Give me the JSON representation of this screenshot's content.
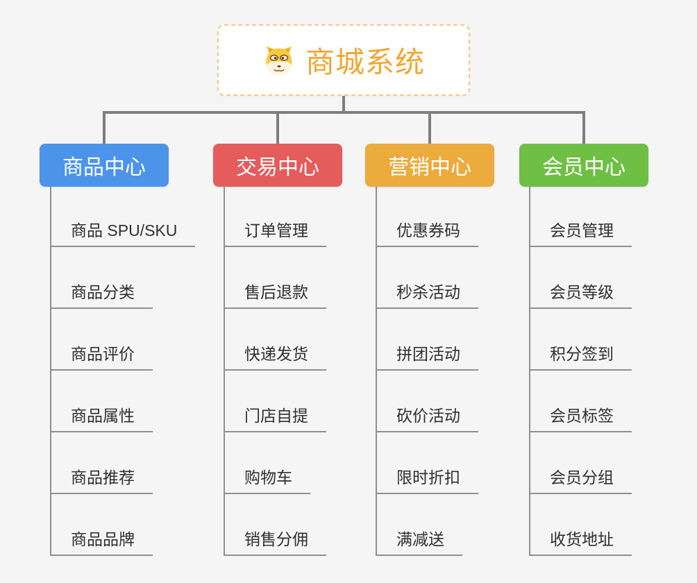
{
  "root": {
    "title": "商城系统",
    "icon": "dog-face-icon",
    "title_color": "#F0A732"
  },
  "branches": [
    {
      "label": "商品中心",
      "color": "#4B94EA",
      "items": [
        "商品 SPU/SKU",
        "商品分类",
        "商品评价",
        "商品属性",
        "商品推荐",
        "商品品牌"
      ]
    },
    {
      "label": "交易中心",
      "color": "#E45C5C",
      "items": [
        "订单管理",
        "售后退款",
        "快递发货",
        "门店自提",
        "购物车",
        "销售分佣"
      ]
    },
    {
      "label": "营销中心",
      "color": "#EBAB3D",
      "items": [
        "优惠券码",
        "秒杀活动",
        "拼团活动",
        "砍价活动",
        "限时折扣",
        "满减送"
      ]
    },
    {
      "label": "会员中心",
      "color": "#6FBF45",
      "items": [
        "会员管理",
        "会员等级",
        "积分签到",
        "会员标签",
        "会员分组",
        "收货地址"
      ]
    }
  ],
  "style": {
    "background": "#F5F5F6",
    "connector_color": "#7E7E7E",
    "child_line_color": "#8F8F8F",
    "child_text_color": "#2F2F2F",
    "root_border_color": "#F4C784"
  }
}
